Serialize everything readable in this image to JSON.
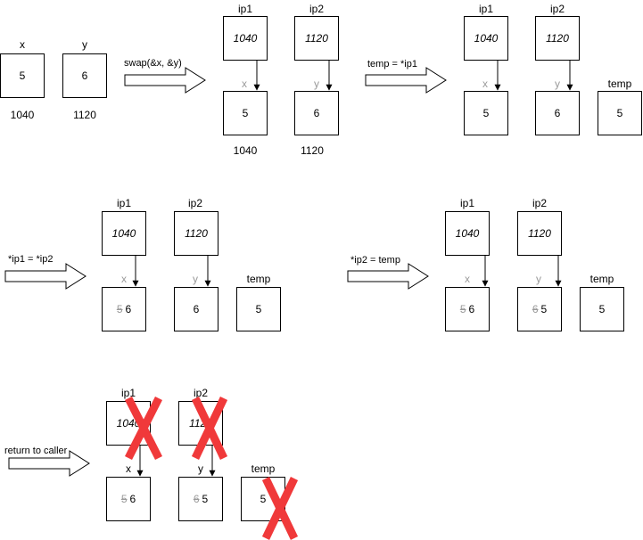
{
  "step0": {
    "x_label": "x",
    "y_label": "y",
    "x_value": "5",
    "y_value": "6",
    "x_addr": "1040",
    "y_addr": "1120"
  },
  "step1": {
    "action": "swap(&x, &y)",
    "ip1_label": "ip1",
    "ip2_label": "ip2",
    "ip1_value": "1040",
    "ip2_value": "1120",
    "x_label": "x",
    "y_label": "y",
    "x_value": "5",
    "y_value": "6",
    "x_addr": "1040",
    "y_addr": "1120"
  },
  "step2": {
    "action": "temp = *ip1",
    "ip1_label": "ip1",
    "ip2_label": "ip2",
    "ip1_value": "1040",
    "ip2_value": "1120",
    "x_label": "x",
    "y_label": "y",
    "x_value": "5",
    "y_value": "6",
    "temp_label": "temp",
    "temp_value": "5"
  },
  "step3": {
    "action": "*ip1 = *ip2",
    "ip1_label": "ip1",
    "ip2_label": "ip2",
    "ip1_value": "1040",
    "ip2_value": "1120",
    "x_label": "x",
    "y_label": "y",
    "x_old": "5",
    "x_value": "6",
    "y_value": "6",
    "temp_label": "temp",
    "temp_value": "5"
  },
  "step4": {
    "action": "*ip2 = temp",
    "ip1_label": "ip1",
    "ip2_label": "ip2",
    "ip1_value": "1040",
    "ip2_value": "1120",
    "x_label": "x",
    "y_label": "y",
    "x_old": "5",
    "x_value": "6",
    "y_old": "6",
    "y_value": "5",
    "temp_label": "temp",
    "temp_value": "5"
  },
  "step5": {
    "action": "return to caller",
    "ip1_label": "ip1",
    "ip2_label": "ip2",
    "ip1_value": "1040",
    "ip2_value": "1120",
    "x_label": "x",
    "y_label": "y",
    "x_old": "5",
    "x_value": "6",
    "y_old": "6",
    "y_value": "5",
    "temp_label": "temp",
    "temp_value": "5"
  },
  "colors": {
    "cross": "#f0393a",
    "faded": "#9a9a9a"
  }
}
